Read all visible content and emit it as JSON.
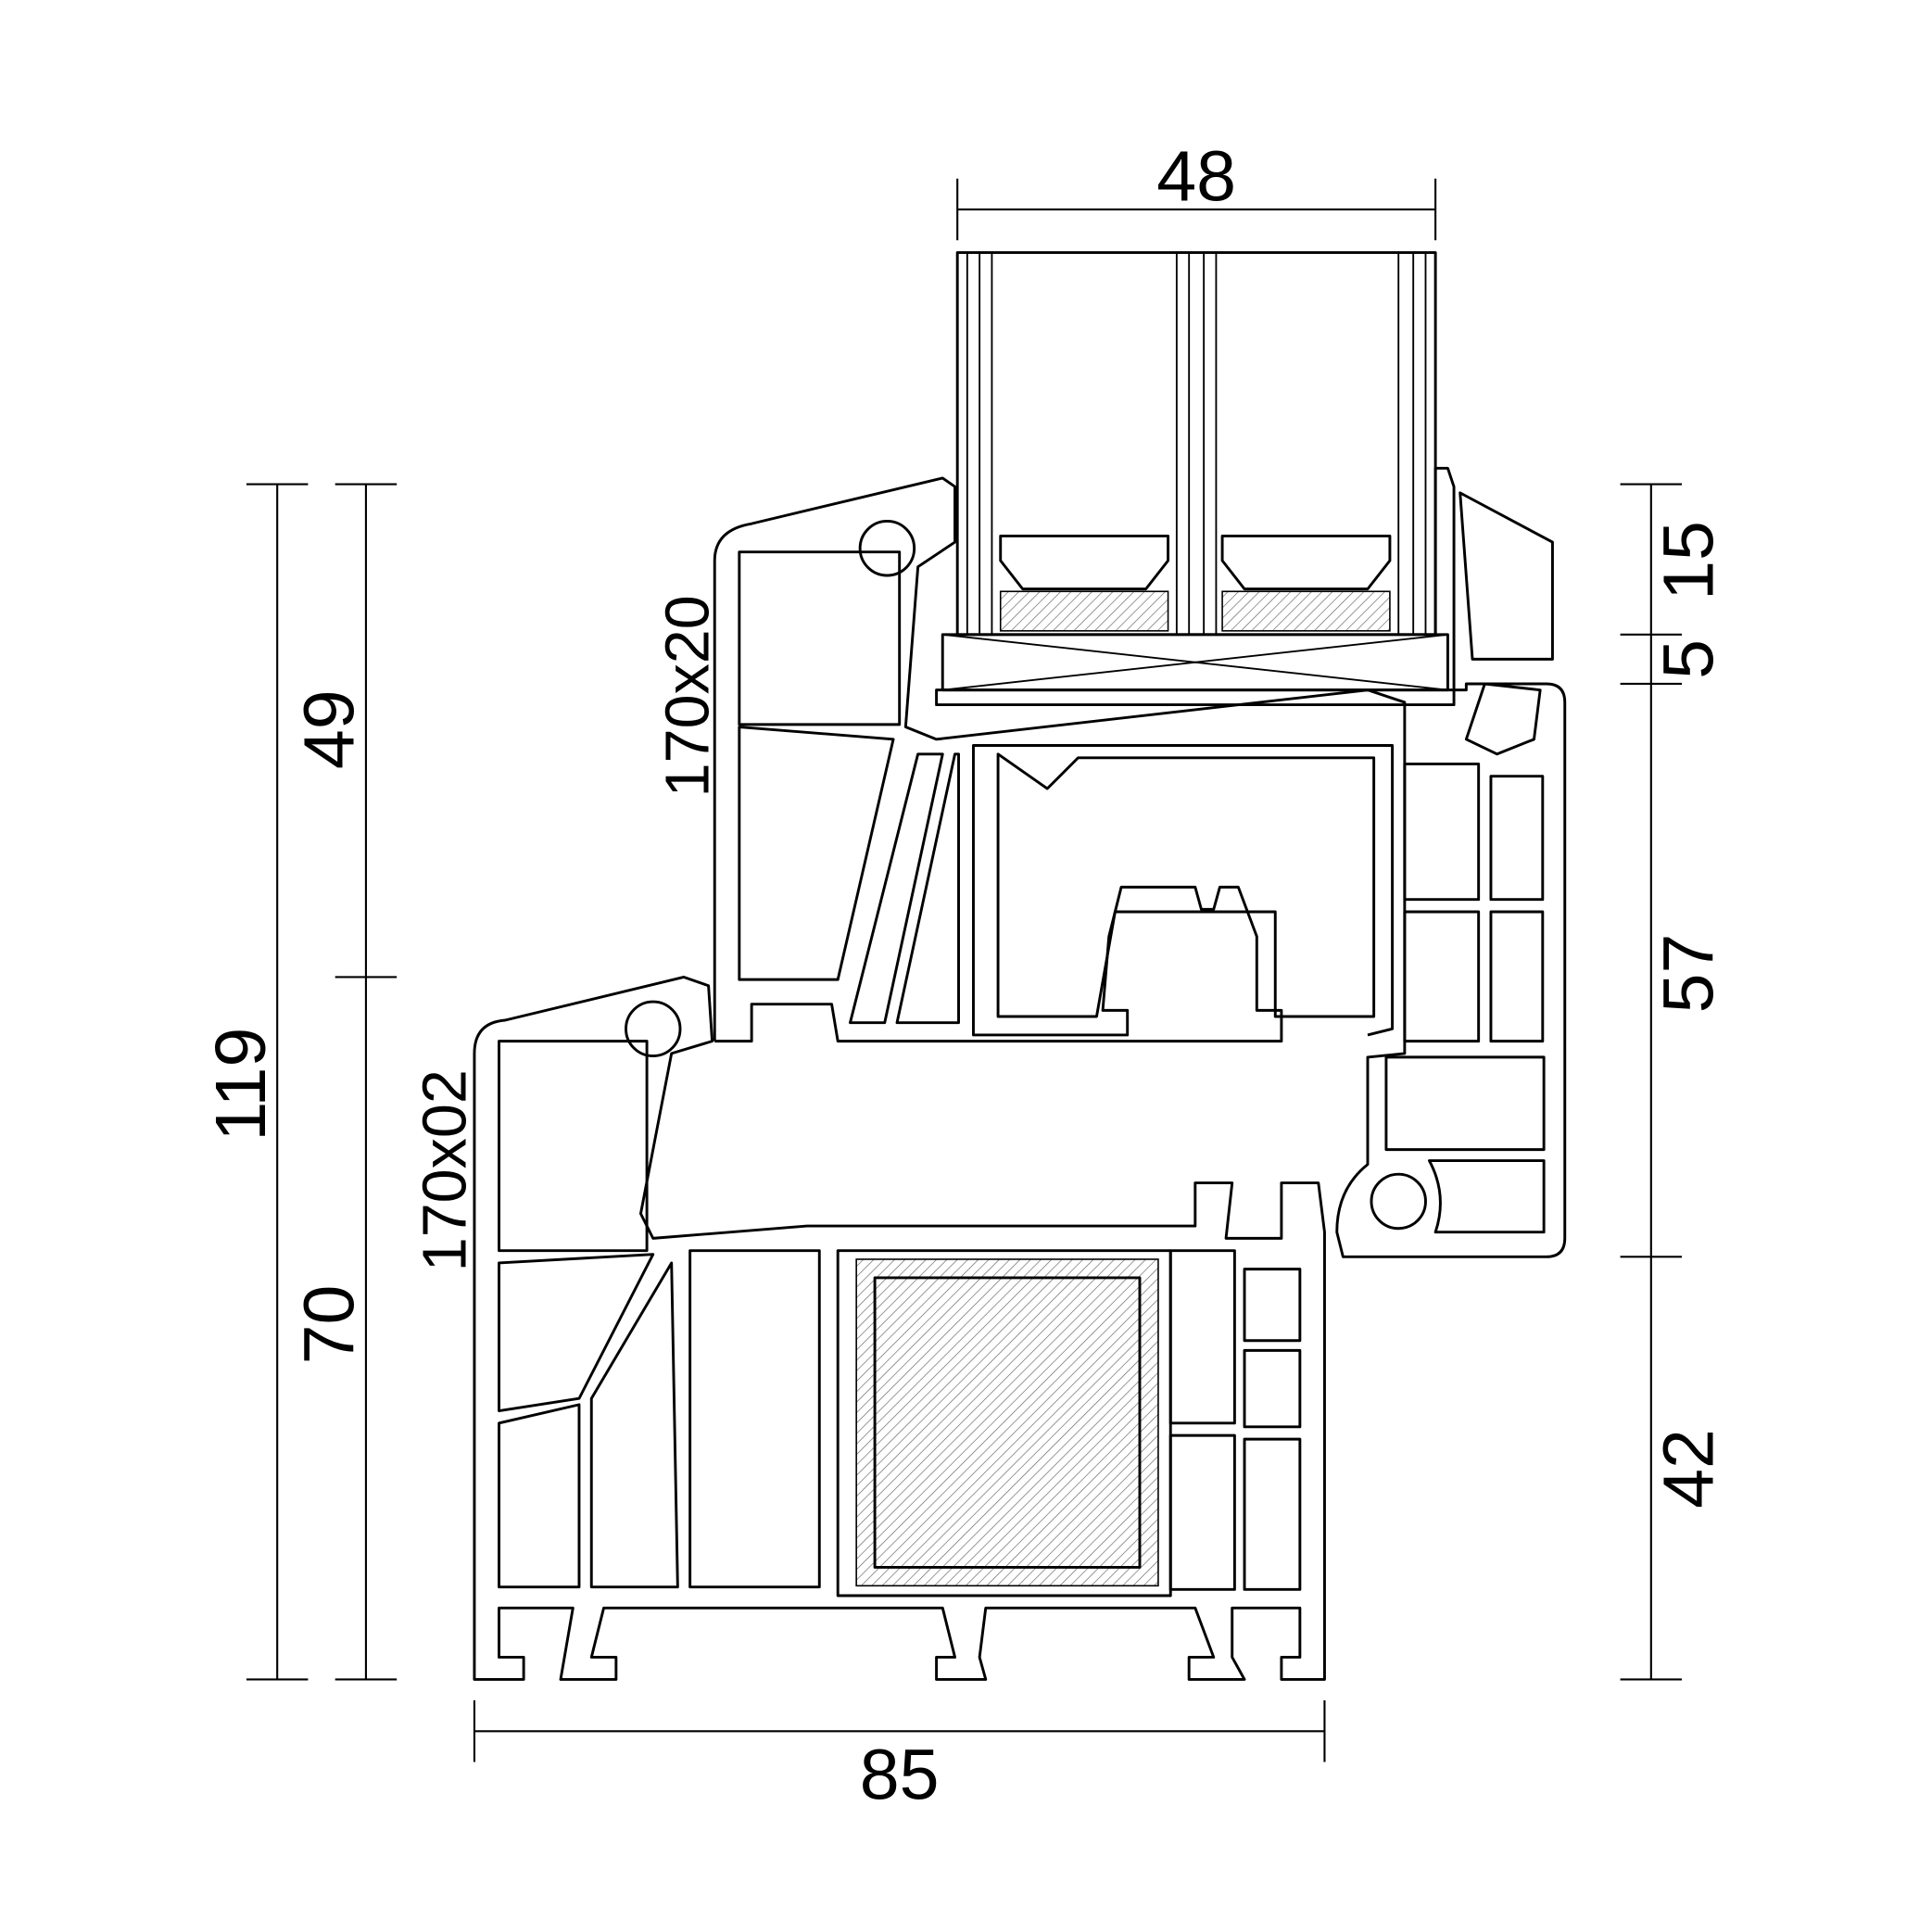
{
  "drawing": {
    "dimensions": {
      "glass_width": "48",
      "total_height": "119",
      "sash_height": "49",
      "frame_height": "70",
      "right_top": "15",
      "right_gap": "5",
      "right_sash": "57",
      "right_frame": "42",
      "frame_depth": "85"
    },
    "profile_labels": {
      "sash": "170x20",
      "frame": "170x02"
    },
    "colors": {
      "line": "#000000",
      "background": "#ffffff"
    }
  }
}
